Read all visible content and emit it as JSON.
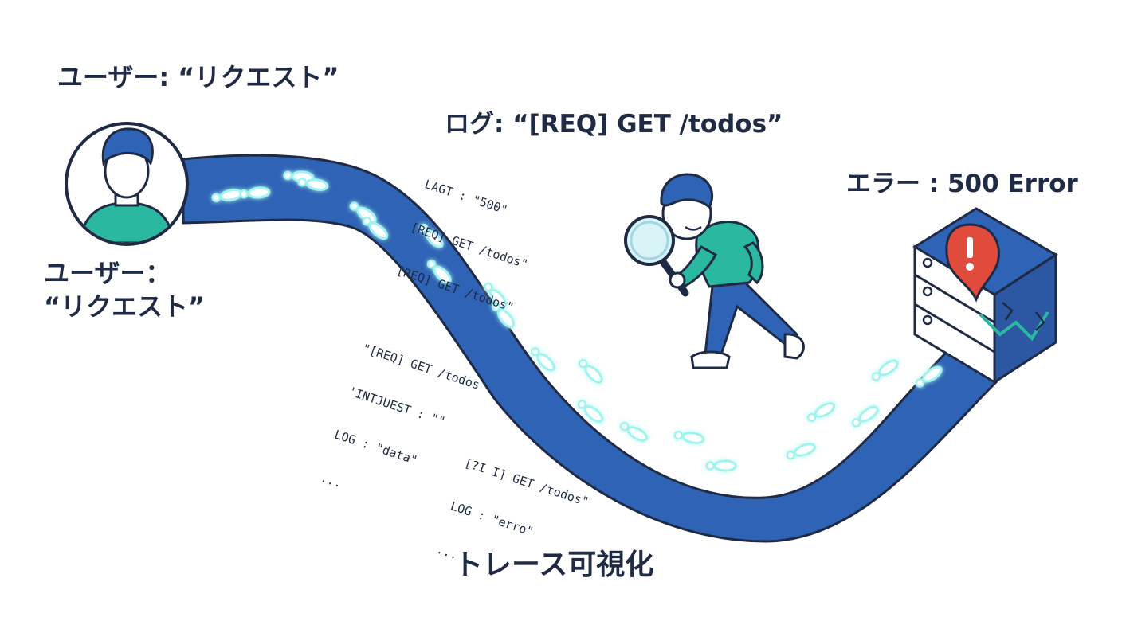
{
  "labels": {
    "user_top": "ユーザー: “リクエスト”",
    "user_left_line1": "ユーザー：",
    "user_left_line2": "“リクエスト”",
    "log": "ログ: “[REQ] GET /todos”",
    "error": "エラー : 500 Error",
    "trace": "トレース可視化"
  },
  "log_snippets": {
    "snippet1": [
      "LAGT : \"500\"",
      "[REQ] GET /todos\"",
      "[REQ] GET /todos\""
    ],
    "snippet2": [
      "\"[REQ] GET /todos",
      "'INTJUEST : \"\"",
      "LOG : \"data\"",
      "..."
    ],
    "snippet3": [
      "[?I I] GET /todos\"",
      "LOG : \"erro\"",
      "..."
    ]
  },
  "icons": {
    "user": "user-avatar-icon",
    "inspector": "detective-magnifier-icon",
    "server": "server-rack-icon",
    "alert": "exclamation-alert-icon",
    "footprint": "footprint-icon"
  },
  "colors": {
    "path": "#2f63b5",
    "outline": "#1f2a44",
    "glow": "#9ff5ee",
    "teal": "#2bb8a0",
    "alert_red": "#e04b3b"
  }
}
